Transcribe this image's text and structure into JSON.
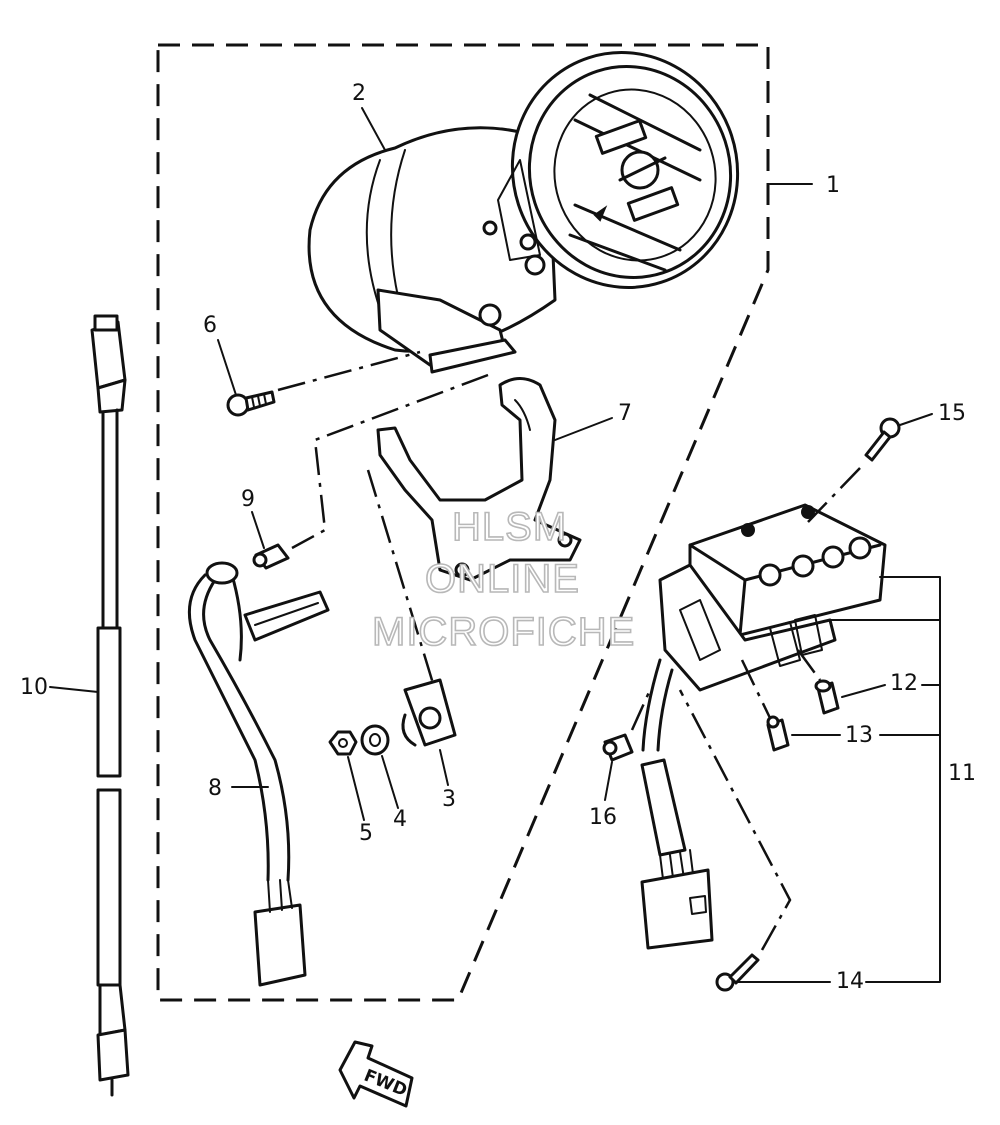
{
  "callouts": {
    "c1": "1",
    "c2": "2",
    "c3": "3",
    "c4": "4",
    "c5": "5",
    "c6": "6",
    "c7": "7",
    "c8": "8",
    "c9": "9",
    "c10": "10",
    "c11": "11",
    "c12": "12",
    "c13": "13",
    "c14": "14",
    "c15": "15",
    "c16": "16"
  },
  "watermark": {
    "line1": "HLSM",
    "line2": "ONLINE",
    "line3": "MICROFICHE"
  },
  "direction_arrow": {
    "label": "FWD"
  }
}
